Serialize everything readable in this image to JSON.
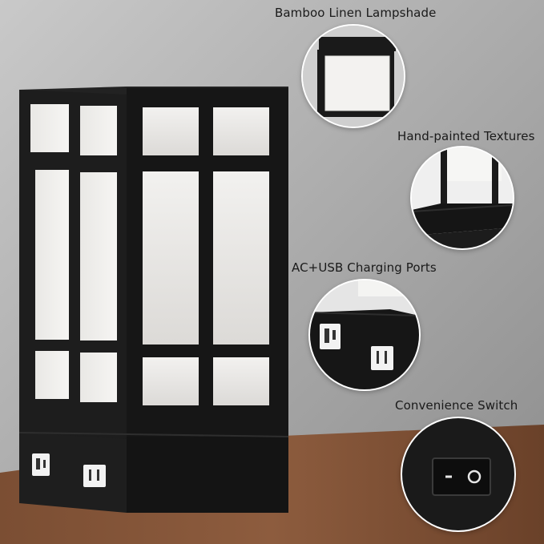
{
  "features": [
    {
      "label": "Bamboo Linen Lampshade"
    },
    {
      "label": "Hand-painted Textures"
    },
    {
      "label": "AC+USB Charging Ports"
    },
    {
      "label": "Convenience Switch"
    }
  ],
  "colors": {
    "frame": "#1b1b1b",
    "linen": "#e9e8e6",
    "wall": "#9c9c9c",
    "table": "#8a5a3c"
  },
  "icons": [
    "usb-port-icon",
    "ac-outlet-icon",
    "rocker-switch-icon"
  ]
}
